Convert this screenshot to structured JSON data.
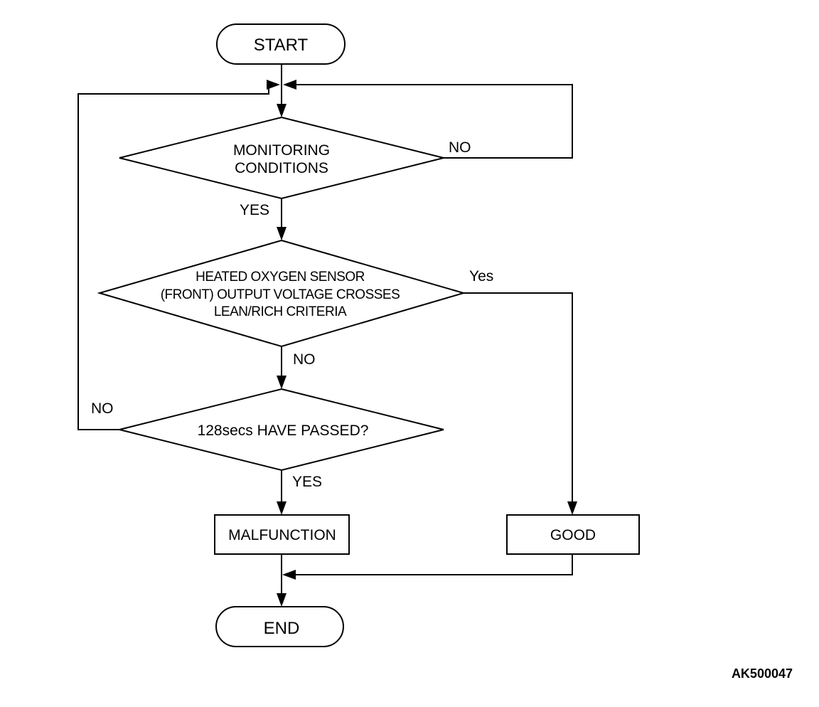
{
  "nodes": {
    "start": "START",
    "monitoring_line1": "MONITORING",
    "monitoring_line2": "CONDITIONS",
    "sensor_line1": "HEATED OXYGEN SENSOR",
    "sensor_line2": "(FRONT) OUTPUT VOLTAGE CROSSES",
    "sensor_line3": "LEAN/RICH CRITERIA",
    "timer": "128secs HAVE PASSED?",
    "malfunction": "MALFUNCTION",
    "good": "GOOD",
    "end": "END"
  },
  "edges": {
    "monitoring_no": "NO",
    "monitoring_yes": "YES",
    "sensor_yes": "Yes",
    "sensor_no": "NO",
    "timer_no": "NO",
    "timer_yes": "YES"
  },
  "figure_code": "AK500047"
}
